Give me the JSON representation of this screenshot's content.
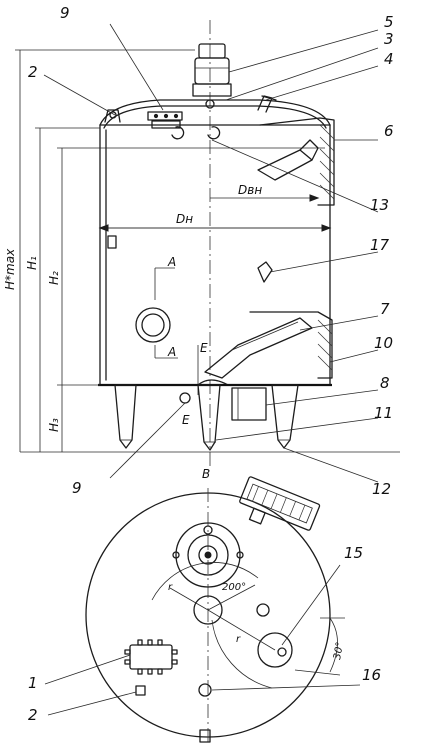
{
  "callouts": {
    "c1": "1",
    "c2_top": "2",
    "c2_bottom": "2",
    "c3": "3",
    "c4": "4",
    "c5": "5",
    "c6": "6",
    "c7": "7",
    "c8": "8",
    "c9_top": "9",
    "c9_bottom": "9",
    "c10": "10",
    "c11": "11",
    "c12": "12",
    "c13": "13",
    "c15": "15",
    "c16": "16",
    "c17": "17"
  },
  "dimensions": {
    "h_max": "H*max",
    "h1": "H₁",
    "h2": "H₂",
    "h3": "H₃",
    "d_inner": "Dвн",
    "d_outer": "Dн",
    "angle_200": "200°",
    "angle_30": "30°",
    "radius_r1": "r",
    "radius_r2": "r"
  },
  "section_marks": {
    "a_top": "A",
    "a_bottom": "A",
    "e_top": "E",
    "e_bottom": "E",
    "b_view": "B"
  }
}
